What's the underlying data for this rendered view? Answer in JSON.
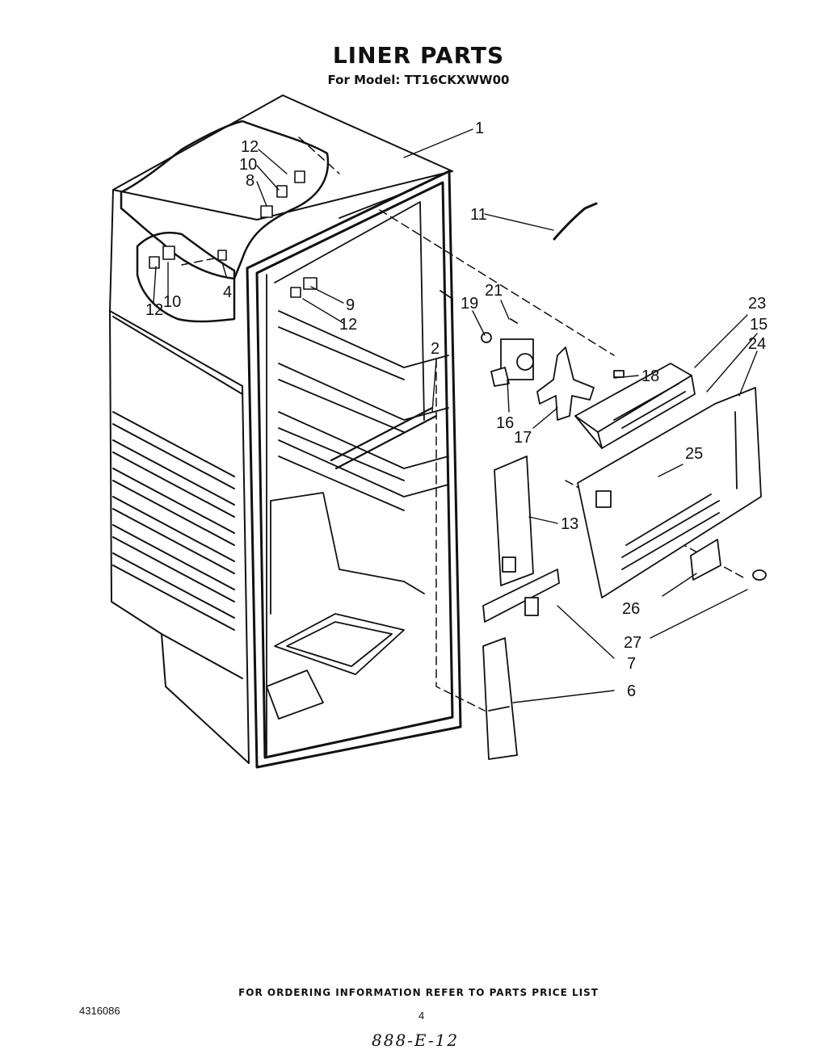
{
  "title": "LINER PARTS",
  "subtitle": "For Model: TT16CKXWW00",
  "footer": "FOR ORDERING INFORMATION REFER TO PARTS PRICE LIST",
  "doc_number": "4316086",
  "page_number": "4",
  "handwritten_code": "888-E-12",
  "callouts": {
    "c1": "1",
    "c2": "2",
    "c4": "4",
    "c6": "6",
    "c7": "7",
    "c8": "8",
    "c9": "9",
    "c10a": "10",
    "c10b": "10",
    "c11": "11",
    "c12a": "12",
    "c12b": "12",
    "c12c": "12",
    "c13": "13",
    "c15": "15",
    "c16": "16",
    "c17": "17",
    "c18": "18",
    "c19": "19",
    "c21": "21",
    "c23": "23",
    "c24": "24",
    "c25": "25",
    "c26": "26",
    "c27": "27"
  }
}
